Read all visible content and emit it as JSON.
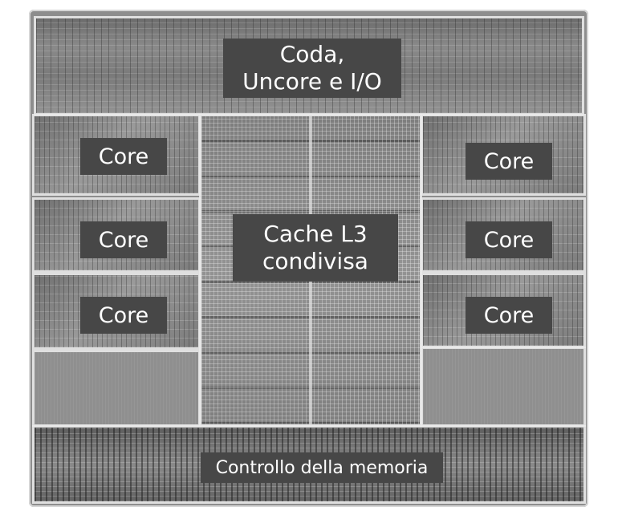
{
  "diagram": {
    "uncore_label_line1": "Coda,",
    "uncore_label_line2": "Uncore e I/O",
    "core_label": "Core",
    "cache_label_line1": "Cache L3",
    "cache_label_line2": "condivisa",
    "memory_label": "Controllo della memoria"
  },
  "colors": {
    "label_background": "#474747",
    "label_text": "#ffffff",
    "region_border": "#ebebeb"
  }
}
